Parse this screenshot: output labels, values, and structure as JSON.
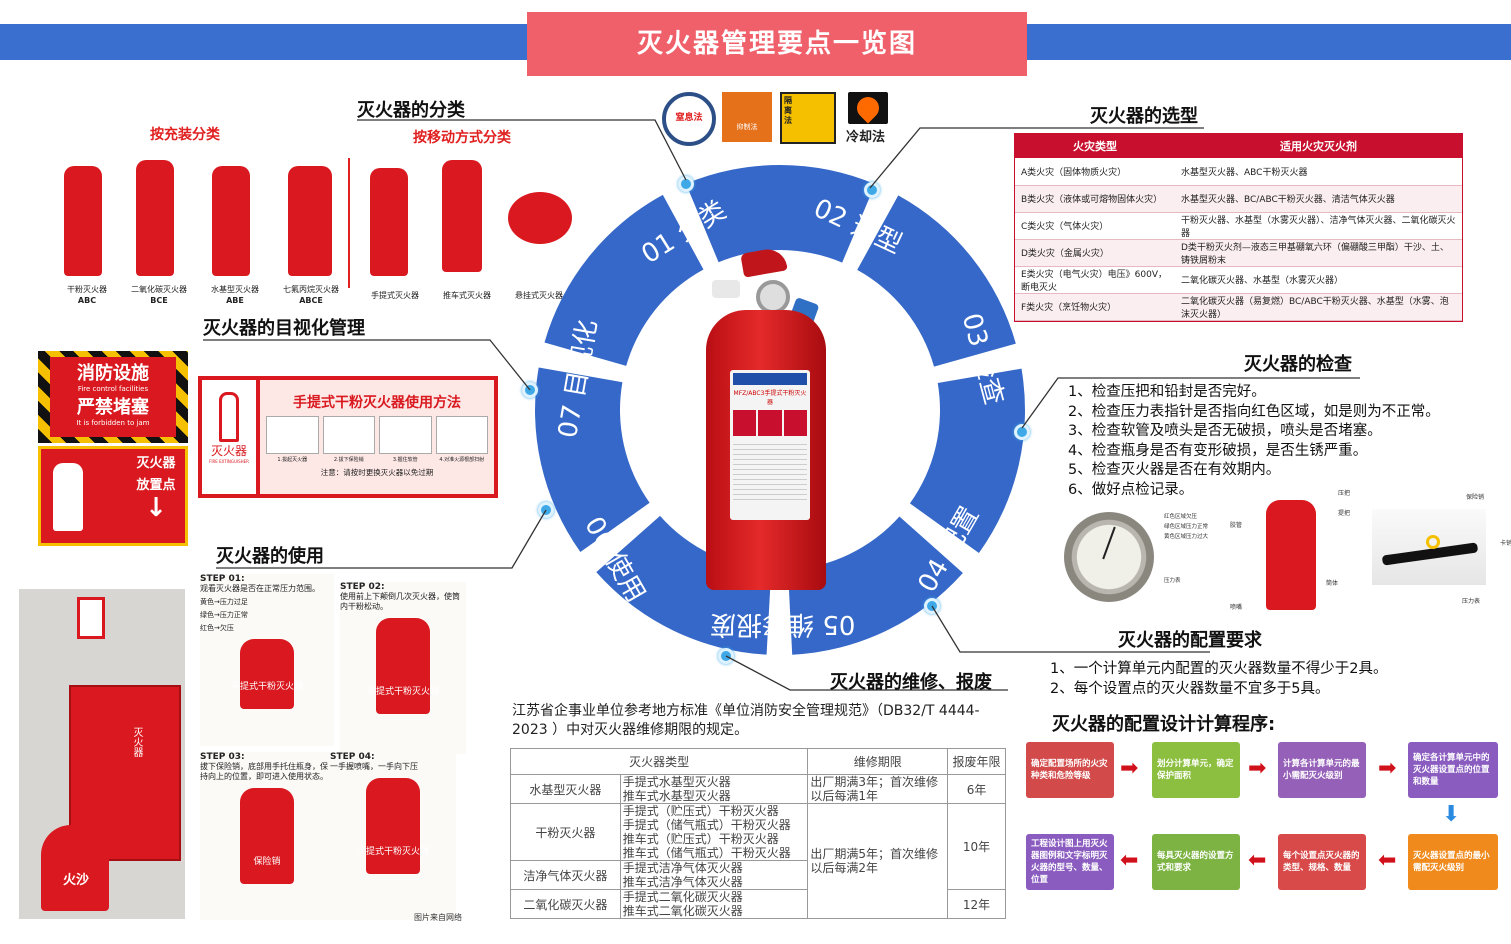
{
  "title": "灭火器管理要点一览图",
  "sections": {
    "classification": "灭火器的分类",
    "by_agent": "按充装分类",
    "by_mobility": "按移动方式分类",
    "selection": "灭火器的选型",
    "visual": "灭火器的目视化管理",
    "inspection": "灭火器的检查",
    "usage": "灭火器的使用",
    "maintenance": "灭火器的维修、报废",
    "config_req": "灭火器的配置要求",
    "config_calc": "灭火器的配置设计计算程序:"
  },
  "agent_types": [
    {
      "name": "干粉灭火器",
      "code": "ABC"
    },
    {
      "name": "二氧化碳灭火器",
      "code": "BCE"
    },
    {
      "name": "水基型灭火器",
      "code": "ABE"
    },
    {
      "name": "七氟丙烷灭火器",
      "code": "ABCE"
    }
  ],
  "mobility_types": [
    "手提式灭火器",
    "推车式灭火器",
    "悬挂式灭火器"
  ],
  "method_icons": [
    "窒息法",
    "抑制法",
    "隔离法",
    "冷却法"
  ],
  "ring": [
    "01 分类",
    "02 选型",
    "03 检查",
    "04 配置",
    "05 维修报废",
    "06 使用",
    "07 目视化"
  ],
  "selection_table": {
    "headers": [
      "火灾类型",
      "适用火灾灭火剂"
    ],
    "rows": [
      [
        "A类火灾（固体物质火灾）",
        "水基型灭火器、ABC干粉灭火器"
      ],
      [
        "B类火灾（液体或可熔物固体火灾）",
        "水基型灭火器、BC/ABC干粉灭火器、清洁气体灭火器"
      ],
      [
        "C类火灾（气体火灾）",
        "干粉灭火器、水基型（水雾灭火器）、洁净气体灭火器、二氧化碳灭火器"
      ],
      [
        "D类火灾（金属火灾）",
        "D类干粉灭火剂—液态三甲基硼氧六环（偏硼酸三甲酯）干沙、土、铸铁屑粉末"
      ],
      [
        "E类火灾（电气火灾）电压》600V，断电灭火",
        "二氧化碳灭火器、水基型（水雾灭火器）"
      ],
      [
        "F类火灾（烹饪物火灾）",
        "二氧化碳灭火器（易复燃）BC/ABC干粉灭火器、水基型（水雾、泡沫灭火器）"
      ]
    ]
  },
  "inspection_items": [
    "1、检查压把和铅封是否完好。",
    "2、检查压力表指针是否指向红色区域，如是则为不正常。",
    "3、检查软管及喷头是否无破损，喷头是否堵塞。",
    "4、检查瓶身是否有变形破损，是否生锈严重。",
    "5、检查灭火器是否在有效期内。",
    "6、做好点检记录。"
  ],
  "inspect_labels": {
    "gauge": [
      "红色区域欠压",
      "绿色区域压力正常",
      "黄色区域压力过大",
      "压力表"
    ],
    "body": [
      "压把",
      "提把",
      "胶管",
      "喷嘴",
      "筒体"
    ],
    "closeup": [
      "保险销",
      "卡销",
      "压力表"
    ]
  },
  "config_requirements": [
    "1、一个计算单元内配置的灭火器数量不得少于2具。",
    "2、每个设置点的灭火器数量不宜多于5具。"
  ],
  "calc_steps": [
    "确定配置场所的火灾种类和危险等级",
    "划分计算单元，确定保护面积",
    "计算各计算单元的最小需配灭火级别",
    "确定各计算单元中的灭火器设置点的位置和数量",
    "灭火器设置点的最小需配灭火级别",
    "每个设置点灭火器的类型、规格、数量",
    "每具灭火器的设置方式和要求",
    "工程设计图上用灭火器图例和文字标明灭火器的型号、数量、位置"
  ],
  "maintenance_intro": "江苏省企事业单位参考地方标准《单位消防安全管理规范》（DB32/T 4444-2023 ）中对灭火器维修期限的规定。",
  "maintenance_table": {
    "headers": [
      "灭火器类型",
      "维修期限",
      "报废年限"
    ],
    "groups": [
      {
        "type": "水基型灭火器",
        "items": [
          "手提式水基型灭火器",
          "推车式水基型灭火器"
        ],
        "scrap": "6年"
      },
      {
        "type": "干粉灭火器",
        "items": [
          "手提式（贮压式）干粉灭火器",
          "手提式（储气瓶式）干粉灭火器",
          "推车式（贮压式）干粉灭火器",
          "推车式（储气瓶式）干粉灭火器"
        ],
        "scrap": "10年"
      },
      {
        "type": "洁净气体灭火器",
        "items": [
          "手提式洁净气体灭火器",
          "推车式洁净气体灭火器"
        ],
        "scrap": ""
      },
      {
        "type": "二氧化碳灭火器",
        "items": [
          "手提式二氧化碳灭火器",
          "推车式二氧化碳灭火器"
        ],
        "scrap": "12年"
      }
    ],
    "period_1": "出厂期满3年；首次维修以后每满1年",
    "period_2": "出厂期满5年；首次维修以后每满2年"
  },
  "signs": {
    "facility_cn": "消防设施",
    "facility_en": "Fire control facilities",
    "block_cn": "严禁堵塞",
    "block_en": "It is forbidden to jam",
    "point_1": "灭火器",
    "point_2": "放置点",
    "method_title": "手提式干粉灭火器使用方法",
    "ext_cn": "灭火器",
    "ext_en": "FIRE EXTINGUISHER",
    "method_steps": [
      "1.拔起灭火器",
      "2.拔下保险销",
      "3.握住软管",
      "4.对准火源根部扫射"
    ],
    "method_note": "注意：请按时更换灭火器以免过期"
  },
  "usage_steps": [
    {
      "step": "STEP 01:",
      "text": "观看灭火器是否在正常压力范围。",
      "zones": [
        "黄色→压力过足",
        "绿色→压力正常",
        "红色→欠压"
      ],
      "label": "手提式干粉灭火器"
    },
    {
      "step": "STEP 02:",
      "text": "使用前上下颠倒几次灭火器，使筒内干粉松动。",
      "label": "手提式干粉灭火器"
    },
    {
      "step": "STEP 03:",
      "text": "拔下保险销，底部用手托住瓶身，保持向上的位置，即可进入使用状态。",
      "label": "保险销"
    },
    {
      "step": "STEP 04:",
      "text": "一手握喷嘴，一手向下压",
      "label": "手提式干粉灭火器"
    }
  ],
  "photo": {
    "cabinet": "灭火器",
    "bucket": "火沙",
    "credit": "图片来自网络"
  },
  "product": {
    "model": "MFZ/ABC3手提式干粉灭火器"
  },
  "colors": {
    "banner": "#3a6fd0",
    "title_bg": "#f0606a",
    "ring": "#3568c8",
    "red": "#d9191f",
    "dot": "#3fa9e8"
  }
}
